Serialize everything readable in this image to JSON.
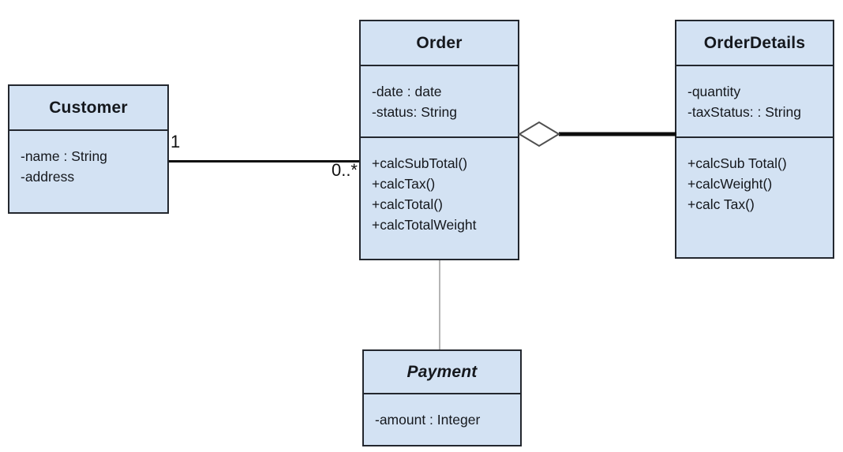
{
  "diagram": {
    "classes": {
      "customer": {
        "name": "Customer",
        "attributes": [
          "-name : String",
          "-address"
        ]
      },
      "order": {
        "name": "Order",
        "attributes": [
          "-date : date",
          "-status: String"
        ],
        "methods": [
          "+calcSubTotal()",
          "+calcTax()",
          "+calcTotal()",
          "+calcTotalWeight"
        ]
      },
      "order_details": {
        "name": "OrderDetails",
        "attributes": [
          "-quantity",
          "-taxStatus: : String"
        ],
        "methods": [
          "+calcSub Total()",
          "+calcWeight()",
          "+calc Tax()"
        ]
      },
      "payment": {
        "name": "Payment",
        "attributes": [
          "-amount : Integer"
        ]
      }
    },
    "associations": {
      "customer_order": {
        "multiplicity_customer_end": "1",
        "multiplicity_order_end": "0..*"
      },
      "order_orderdetails": {
        "type": "aggregation"
      },
      "order_payment": {
        "type": "association"
      }
    },
    "colors": {
      "class_fill": "#d3e2f3",
      "class_border": "#23272e",
      "association_line": "#0d0d0d",
      "weak_association_line": "#b5b5b5",
      "diamond_fill": "#ffffff",
      "diamond_stroke": "#4f4f4f",
      "background": "#ffffff"
    }
  }
}
